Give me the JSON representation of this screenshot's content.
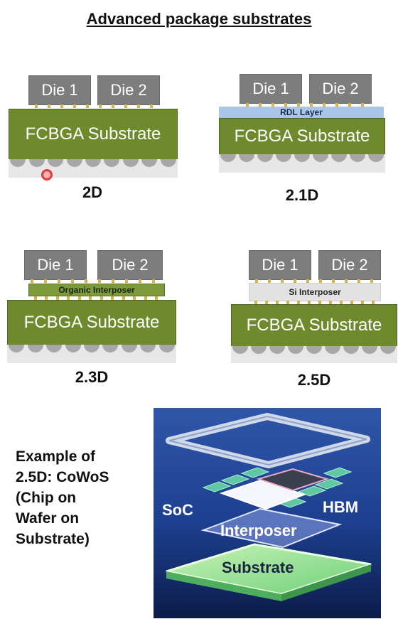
{
  "title": "Advanced package substrates",
  "packages": [
    {
      "label": "2D",
      "die1": "Die 1",
      "die2": "Die 2",
      "substrate": "FCBGA Substrate"
    },
    {
      "label": "2.1D",
      "die1": "Die 1",
      "die2": "Die 2",
      "layer": "RDL Layer",
      "substrate": "FCBGA Substrate"
    },
    {
      "label": "2.3D",
      "die1": "Die 1",
      "die2": "Die 2",
      "layer": "Organic Interposer",
      "substrate": "FCBGA Substrate"
    },
    {
      "label": "2.5D",
      "die1": "Die 1",
      "die2": "Die 2",
      "layer": "Si Interposer",
      "substrate": "FCBGA Substrate"
    }
  ],
  "example": {
    "lines": [
      "Example of",
      "2.5D: CoWoS",
      "(Chip on",
      "Wafer on",
      "Substrate)"
    ]
  },
  "cowos": {
    "soc": "SoC",
    "hbm": "HBM",
    "interposer": "Interposer",
    "substrate": "Substrate"
  },
  "colors": {
    "substrate": "#6e8a2c",
    "die": "#7d7d7d",
    "rdl": "#a9c6e8",
    "organic": "#7e9a3a",
    "si": "#e2e2e2",
    "cowos_bg": "#1d3f8f"
  }
}
